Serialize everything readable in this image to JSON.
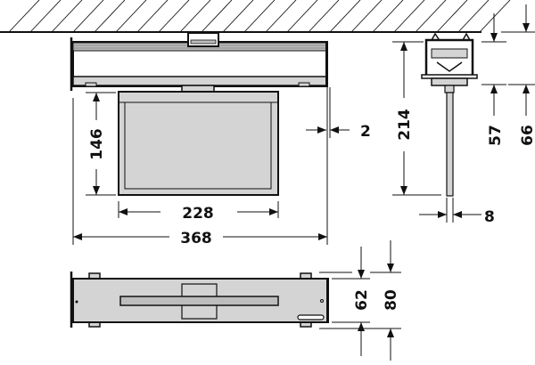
{
  "drawing": {
    "dimensions": {
      "panel_height": "146",
      "panel_width": "228",
      "overall_width": "368",
      "end_gap": "2",
      "total_drop": "214",
      "bracket_height": "57",
      "housing_height": "66",
      "rod_diameter": "8",
      "body_depth": "62",
      "overall_depth": "80"
    },
    "colors": {
      "line": "#111111",
      "fill": "#d4d4d4",
      "fill_dark": "#bdbdbd"
    }
  }
}
